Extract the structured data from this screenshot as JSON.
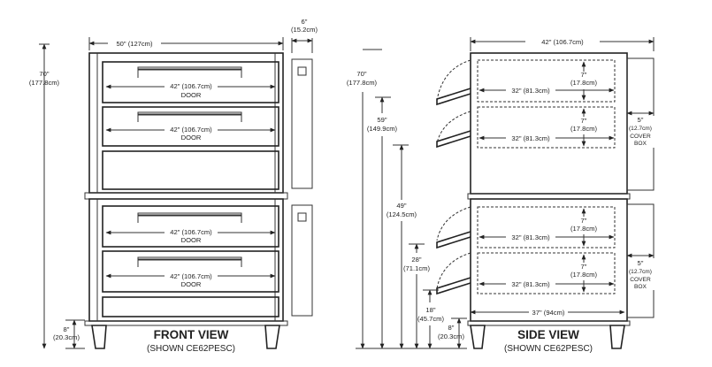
{
  "front_view": {
    "title": "FRONT VIEW",
    "subtitle": "(SHOWN CE62PESC)",
    "dims": {
      "width_50": "50\" (127cm)",
      "depth_6_a": "6\"",
      "depth_6_b": "(15.2cm)",
      "height_70_a": "70\"",
      "height_70_b": "(177.8cm)",
      "leg_8_a": "8\"",
      "leg_8_b": "(20.3cm)",
      "door_width": "42\" (106.7cm)",
      "door_label": "DOOR"
    }
  },
  "side_view": {
    "title": "SIDE VIEW",
    "subtitle": "(SHOWN CE62PESC)",
    "dims": {
      "top_width": "42\" (106.7cm)",
      "height_70_a": "70\"",
      "height_70_b": "(177.8cm)",
      "height_59_a": "59\"",
      "height_59_b": "(149.9cm)",
      "height_49_a": "49\"",
      "height_49_b": "(124.5cm)",
      "height_28_a": "28\"",
      "height_28_b": "(71.1cm)",
      "height_18_a": "18\"",
      "height_18_b": "(45.7cm)",
      "leg_8_a": "8\"",
      "leg_8_b": "(20.3cm)",
      "deck_7_a": "7\"",
      "deck_7_b": "(17.8cm)",
      "deck_32": "32\" (81.3cm)",
      "cover_5_a": "5\"",
      "cover_5_b": "(12.7cm)",
      "cover_5_c": "COVER",
      "cover_5_d": "BOX",
      "bottom_37": "37\" (94cm)"
    }
  }
}
